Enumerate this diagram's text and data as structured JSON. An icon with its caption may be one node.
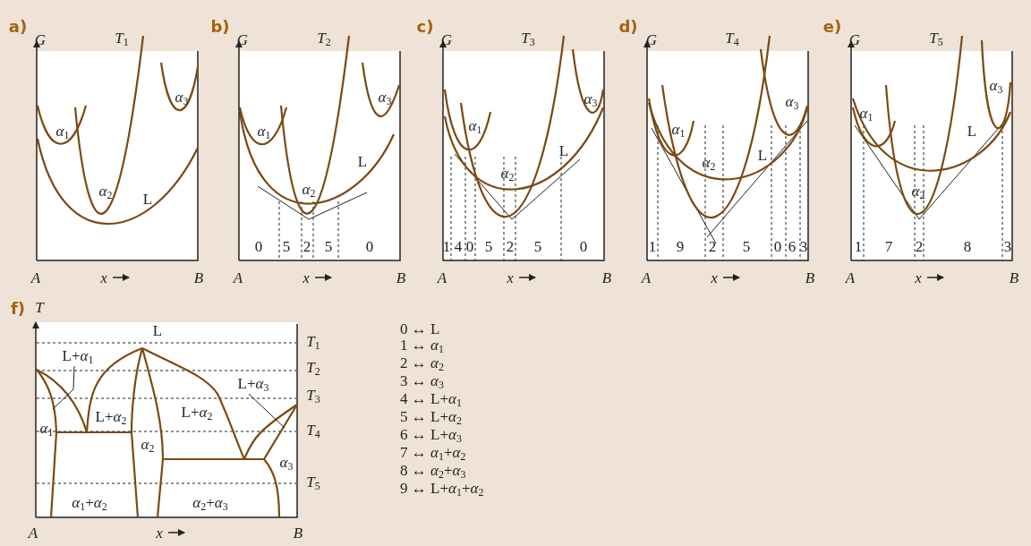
{
  "diagram": {
    "nodes": [
      {
        "text": [
          "L+*α*$_{1}$"
        ]
      },
      {
        "text": [
          "L+*α*$_{3}$"
        ]
      }
    ],
    "edges": [
      {
        "from": 0,
        "to": null,
        "arrow": "none"
      },
      {
        "from": 1,
        "to": null,
        "arrow": "none"
      }
    ],
    "labels": [
      "a)",
      "G",
      "*T*$_{1}$",
      "*α*$_{3}$",
      "*α*$_{1}$",
      "*α*$_{2}$",
      "L",
      "A",
      "x",
      "B",
      "b)",
      "G",
      "*T*$_{2}$",
      "*α*$_{3}$",
      "*α*$_{1}$",
      "L",
      "*α*$_{2}$",
      "0",
      "5",
      "2",
      "5",
      "0",
      "A",
      "x",
      "B",
      "c)",
      "G",
      "*T*$_{3}$",
      "*α*$_{3}$",
      "*α*$_{1}$",
      "L",
      "*α*$_{2}$",
      "1",
      "4",
      "0",
      "5",
      "2",
      "5",
      "0",
      "A",
      "x",
      "B",
      "d)",
      "G",
      "*T*$_{4}$",
      "*α*$_{3}$",
      "*α*$_{1}$",
      "L",
      "*α*$_{2}$",
      "1",
      "9",
      "2",
      "5",
      "0",
      "6",
      "3",
      "A",
      "x",
      "B",
      "e)",
      "G",
      "*T*$_{5}$",
      "*α*$_{3}$",
      "*α*$_{1}$",
      "L",
      "*α*$_{2}$",
      "1",
      "7",
      "2",
      "8",
      "3",
      "A",
      "x",
      "B",
      "f)",
      "T",
      "L",
      "*T*$_{1}$",
      "*T*$_{2}$",
      "*T*$_{3}$",
      "L+*α*$_{2}$",
      "L+*α*$_{2}$",
      "*α*$_{1}$",
      "*T*$_{4}$",
      "*α*$_{2}$",
      "*α*$_{3}$",
      "*T*$_{5}$",
      "*α*$_{1}$+*α*$_{2}$",
      "*α*$_{2}$+*α*$_{3}$",
      "A",
      "x",
      "B",
      "0 ↔ L",
      "1 ↔ *α*$_{1}$",
      "2 ↔ *α*$_{2}$",
      "3 ↔ *α*$_{3}$",
      "4 ↔ L+*α*$_{1}$",
      "5 ↔ L+*α*$_{2}$",
      "6 ↔ L+*α*$_{3}$",
      "7 ↔ *α*$_{1}$+*α*$_{2}$",
      "8 ↔ *α*$_{2}$+*α*$_{3}$",
      "9 ↔ L+*α*$_{1}$+*α*$_{2}$"
    ]
  }
}
